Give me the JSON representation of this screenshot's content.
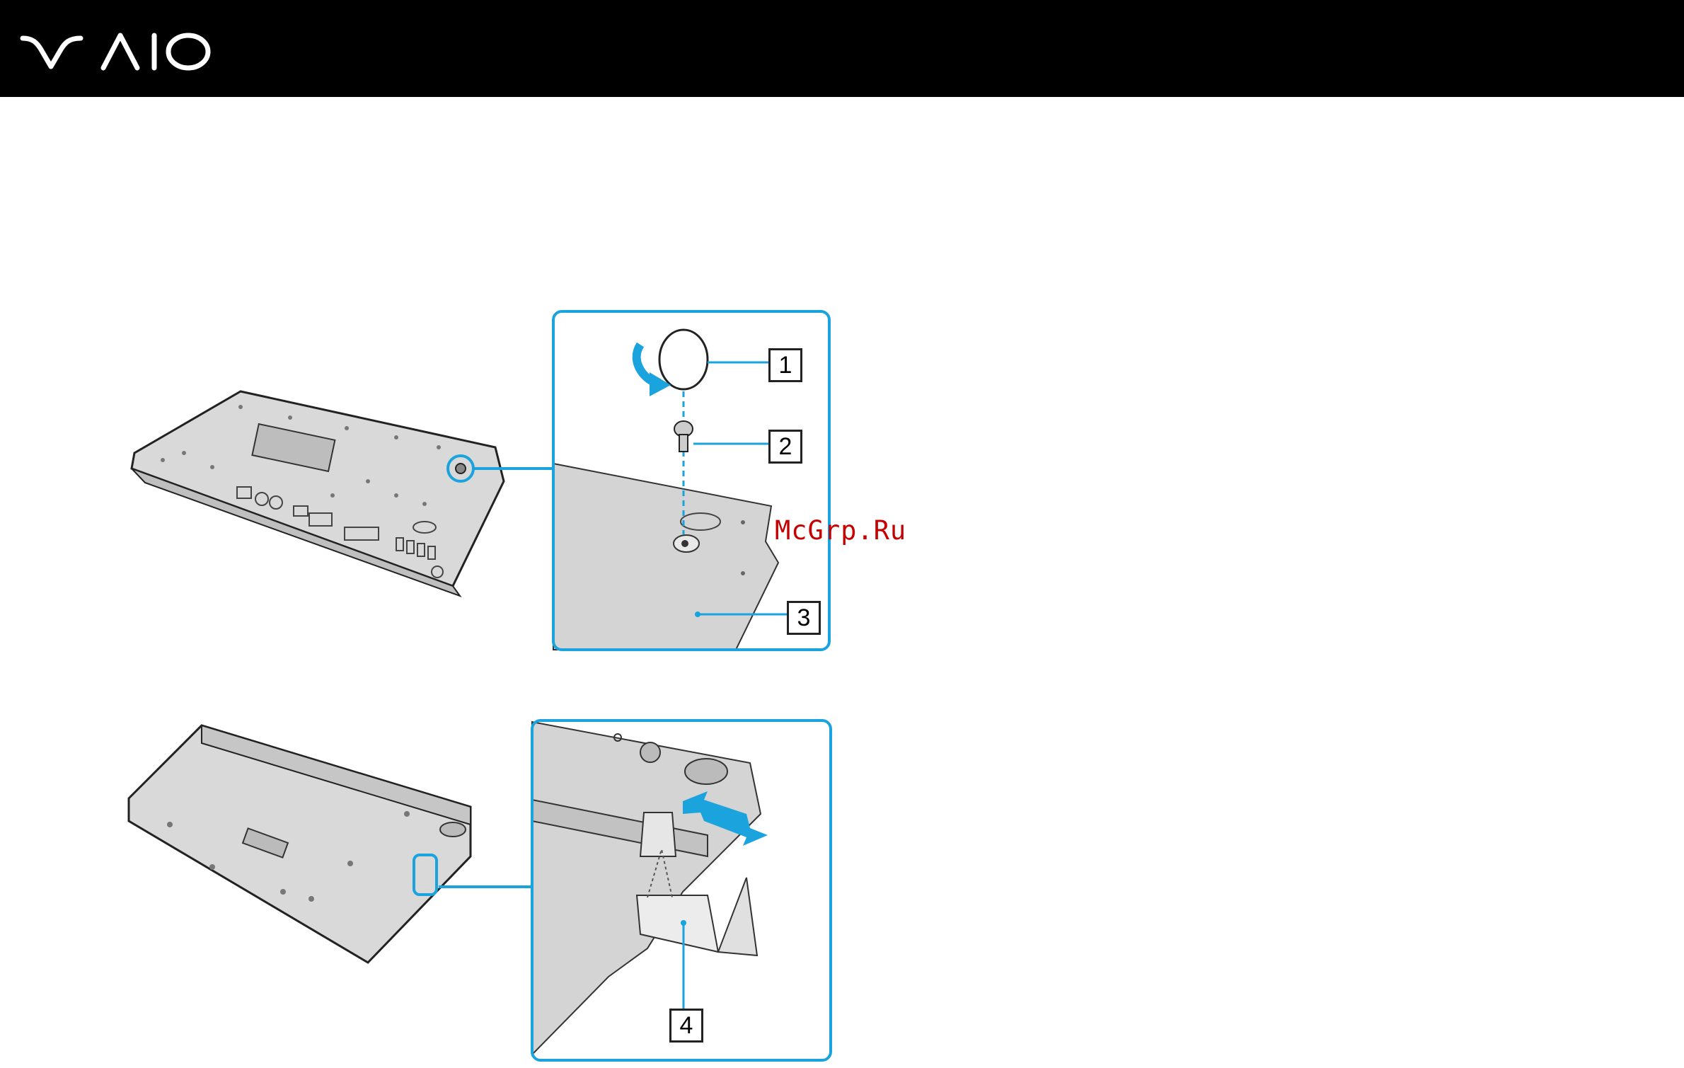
{
  "header": {
    "brand": "VAIO"
  },
  "callouts": [
    {
      "number": "1",
      "component": "screw cover"
    },
    {
      "number": "2",
      "component": "screw"
    },
    {
      "number": "3",
      "component": "docking station bottom"
    },
    {
      "number": "4",
      "component": "stopper"
    }
  ],
  "watermark": "McGrp.Ru",
  "colors": {
    "accent": "#1aa3dc",
    "header": "#000000",
    "device": "#d8d8d8",
    "watermark": "#c40000"
  }
}
